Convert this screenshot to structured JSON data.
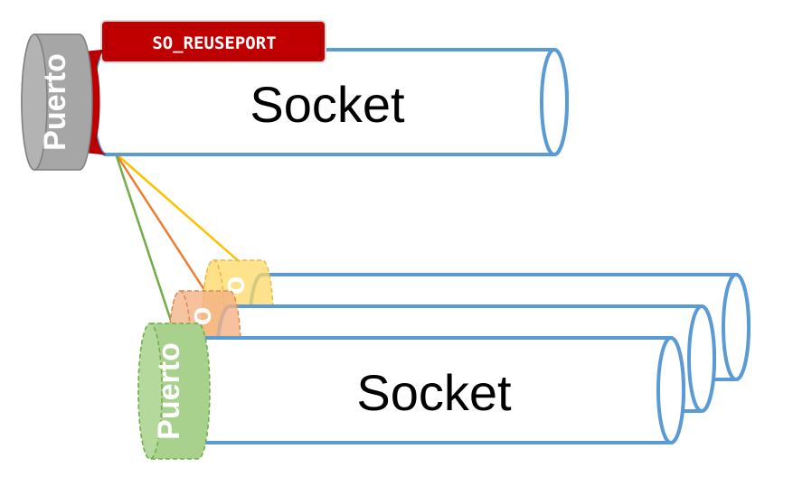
{
  "top": {
    "socket_label": "Socket",
    "port_label": "Puerto",
    "option_label": "SO_REUSEPORT"
  },
  "bottom": {
    "front_socket_label": "Socket",
    "front_port_label": "Puerto",
    "back_port_label_1": "o",
    "back_port_label_2": "o"
  },
  "colors": {
    "socket_stroke": "#5b9bd5",
    "port_top": "#a6a6a6",
    "option_red": "#c00000",
    "port_green": "#a9d18e",
    "port_orange": "#f4b183",
    "port_yellow": "#ffd966",
    "line_green": "#70ad47",
    "line_orange": "#ed7d31",
    "line_yellow": "#ffc000"
  }
}
